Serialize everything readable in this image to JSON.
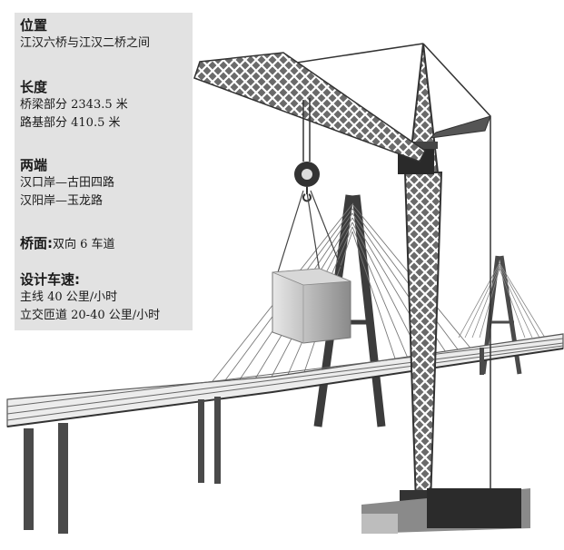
{
  "location": {
    "heading": "位置",
    "value": "江汉六桥与江汉二桥之间"
  },
  "length": {
    "heading": "长度",
    "lines": [
      "桥梁部分 2343.5 米",
      "路基部分 410.5 米"
    ]
  },
  "ends": {
    "heading": "两端",
    "lines": [
      "汉口岸—古田四路",
      "汉阳岸—玉龙路"
    ]
  },
  "deck": {
    "heading": "桥面:",
    "value": "双向 6 车道"
  },
  "speed": {
    "heading": "设计车速:",
    "lines": [
      "主线 40 公里/小时",
      "立交匝道 20-40 公里/小时"
    ]
  },
  "colors": {
    "panel": "#e2e2e2",
    "steel": "#555555",
    "cable": "#777777",
    "block": "#b5b5b5"
  },
  "icons": [
    "crane-illustration",
    "cable-stayed-bridge-illustration",
    "hook-icon"
  ]
}
